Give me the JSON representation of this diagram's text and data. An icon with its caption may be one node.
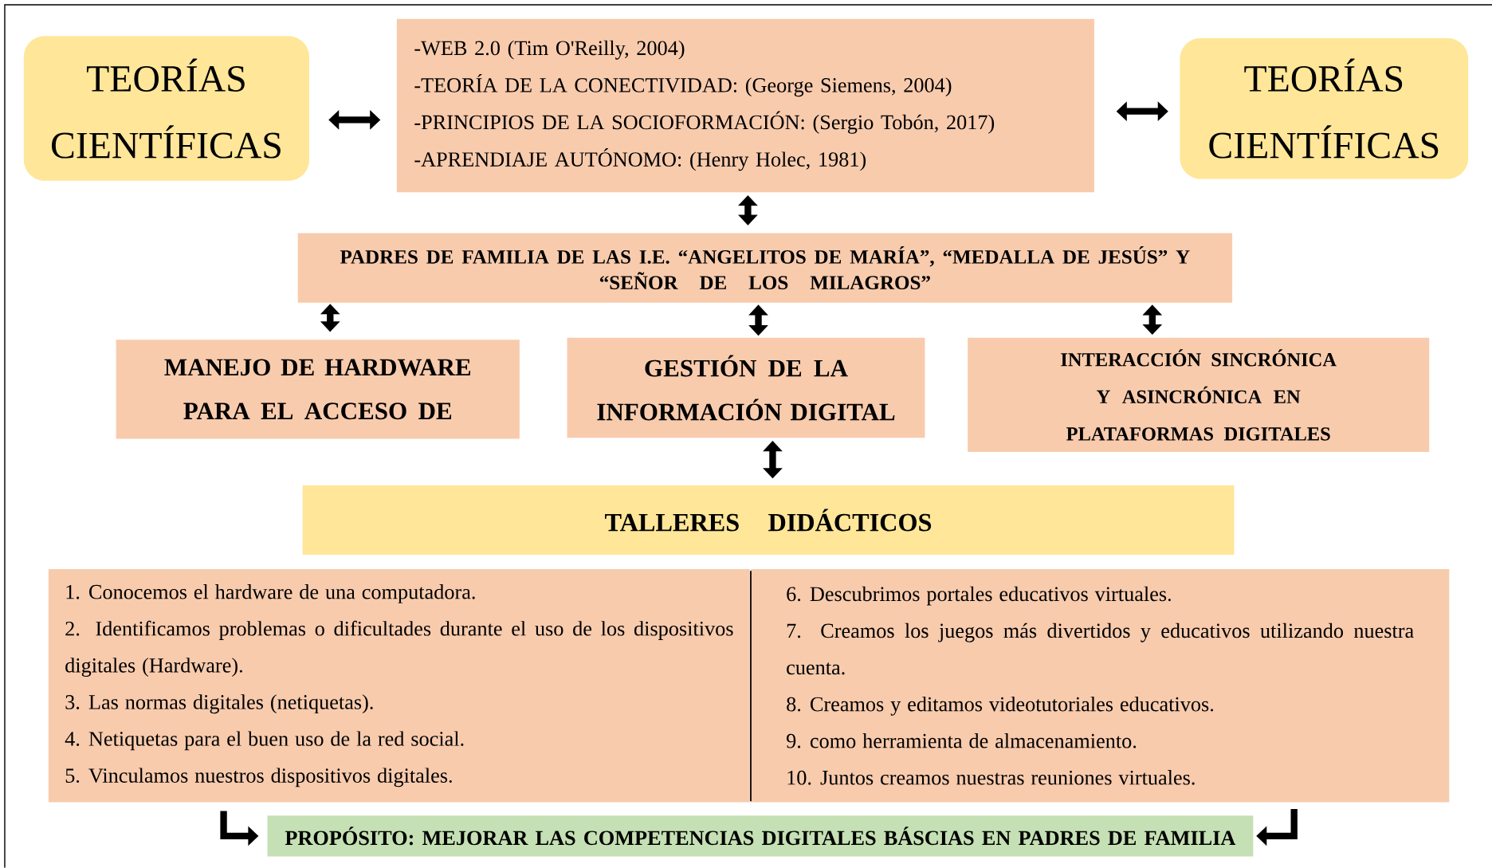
{
  "diagram": {
    "nodes": [
      {
        "text": [
          "TEORÍAS CIENTÍFICAS"
        ]
      },
      {
        "text": [
          "-WEB 2.0 (Tim O'Reilly, 2004)",
          "-TEORÍA DE LA CONECTIVIDAD: (George Siemens, 2004)",
          "-PRINCIPIOS DE LA SOCIOFORMACIÓN: (Sergio Tobón, 2017)",
          "-APRENDIAJE AUTÓNOMO: (Henry Holec, 1981)"
        ]
      },
      {
        "text": [
          "TEORÍAS CIENTÍFICAS"
        ]
      },
      {
        "text": [
          "PADRES DE FAMILIA DE LAS I.E. “ANGELITOS DE MARÍA”, “MEDALLA DE JESÚS” Y “SEÑOR DE LOS MILAGROS”"
        ]
      },
      {
        "text": [
          "MANEJO DE HARDWARE PARA EL ACCESO DE"
        ]
      },
      {
        "text": [
          "GESTIÓN DE LA INFORMACIÓN DIGITAL"
        ]
      },
      {
        "text": [
          "INTERACCIÓN SINCRÓNICA Y ASINCRÓNICA EN PLATAFORMAS DIGITALES"
        ]
      },
      {
        "text": [
          "TALLERES DIDÁCTICOS"
        ]
      },
      {
        "text": [
          "1. Conocemos el hardware de una computadora.",
          "2. Identificamos problemas o dificultades durante el uso de los dispositivos digitales (Hardware).",
          "3. Las normas digitales (netiquetas).",
          "4. Netiquetas para el buen uso de la red social.",
          "5. Vinculamos nuestros dispositivos digitales."
        ]
      },
      {
        "text": [
          "6. Descubrimos portales educativos virtuales.",
          "7. Creamos los juegos más divertidos y educativos utilizando nuestra cuenta.",
          "8. Creamos y editamos videotutoriales educativos.",
          "9. como herramienta de almacenamiento.",
          "10. Juntos creamos nuestras reuniones virtuales."
        ]
      },
      {
        "text": [
          "PROPÓSITO: MEJORAR LAS COMPETENCIAS DIGITALES BÁSCIAS EN PADRES DE FAMILIA"
        ]
      }
    ],
    "edges": [
      {
        "from": 0,
        "to": 1,
        "arrow": "both"
      },
      {
        "from": 1,
        "to": 2,
        "arrow": "both"
      },
      {
        "from": 1,
        "to": 3,
        "arrow": "both"
      },
      {
        "from": 3,
        "to": 4,
        "arrow": "both"
      },
      {
        "from": 3,
        "to": 5,
        "arrow": "both"
      },
      {
        "from": 3,
        "to": 6,
        "arrow": "both"
      },
      {
        "from": 5,
        "to": 7,
        "arrow": "both"
      },
      {
        "from": 8,
        "to": 10,
        "arrow": "to"
      },
      {
        "from": 9,
        "to": 10,
        "arrow": "to"
      }
    ]
  }
}
